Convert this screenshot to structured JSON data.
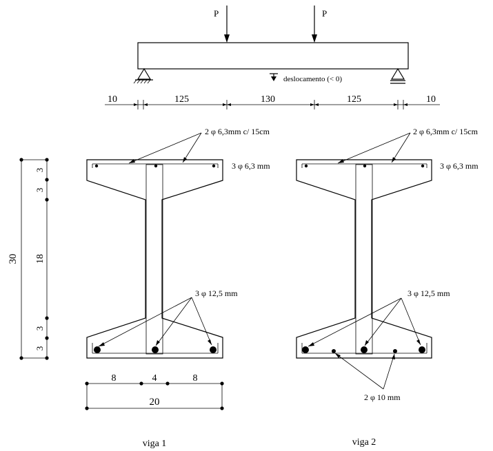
{
  "load_scheme": {
    "load_label_left": "P",
    "load_label_right": "P",
    "displacement_label": "deslocamento (< 0)",
    "span_dims": [
      "10",
      "125",
      "130",
      "125",
      "10"
    ]
  },
  "beam1": {
    "top_stirrups": "2 φ 6,3mm c/ 15cm",
    "top_bars": "3 φ 6,3 mm",
    "bottom_bars": "3 φ 12,5 mm",
    "caption": "viga 1"
  },
  "beam2": {
    "top_stirrups": "2 φ 6,3mm c/ 15cm",
    "top_bars": "3 φ 6,3 mm",
    "bottom_bars": "3 φ 12,5 mm",
    "extra_bars": "2 φ 10 mm",
    "caption": "viga 2"
  },
  "height_dims": {
    "total": "30",
    "segments": [
      "3",
      "3",
      "18",
      "3",
      "3"
    ]
  },
  "width_dims": {
    "parts": [
      "8",
      "4",
      "8"
    ],
    "total": "20"
  }
}
